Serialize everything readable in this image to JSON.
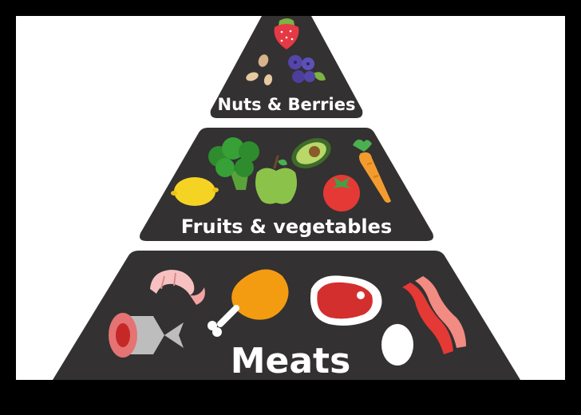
{
  "tiers": [
    {
      "label": "Nuts & Berries"
    },
    {
      "label": "Fruits & vegetables"
    },
    {
      "label": "Meats"
    }
  ],
  "icons": {
    "top": [
      "strawberry-icon",
      "nuts-icon",
      "blueberries-icon"
    ],
    "middle": [
      "broccoli-icon",
      "avocado-icon",
      "carrot-icon",
      "lemon-icon",
      "apple-icon",
      "tomato-icon"
    ],
    "bottom": [
      "shrimp-icon",
      "chicken-leg-icon",
      "steak-icon",
      "bacon-icon",
      "fish-icon",
      "egg-icon"
    ]
  },
  "colors": {
    "frame": "#000000",
    "background": "#ffffff",
    "tier": "#333132",
    "label": "#ffffff"
  }
}
